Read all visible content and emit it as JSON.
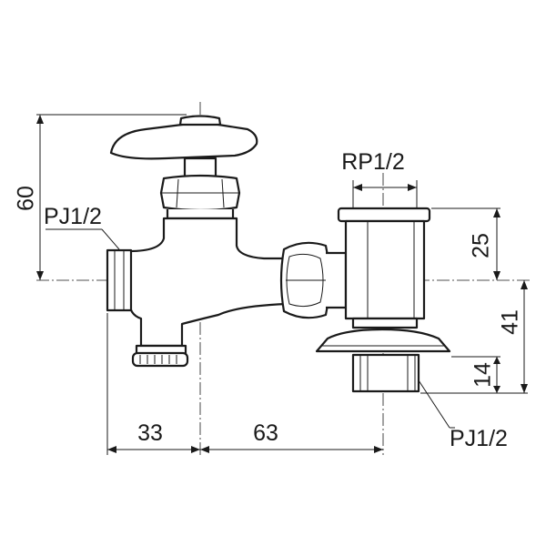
{
  "labels": {
    "outlet_top": "RP1/2",
    "inlet_left": "PJ1/2",
    "inlet_bottom": "PJ1/2"
  },
  "dimensions": {
    "height_total": "60",
    "top_to_axis": "25",
    "axis_to_bottom": "41",
    "bottom_thread": "14",
    "left_to_valve": "33",
    "valve_to_outlet": "63"
  }
}
